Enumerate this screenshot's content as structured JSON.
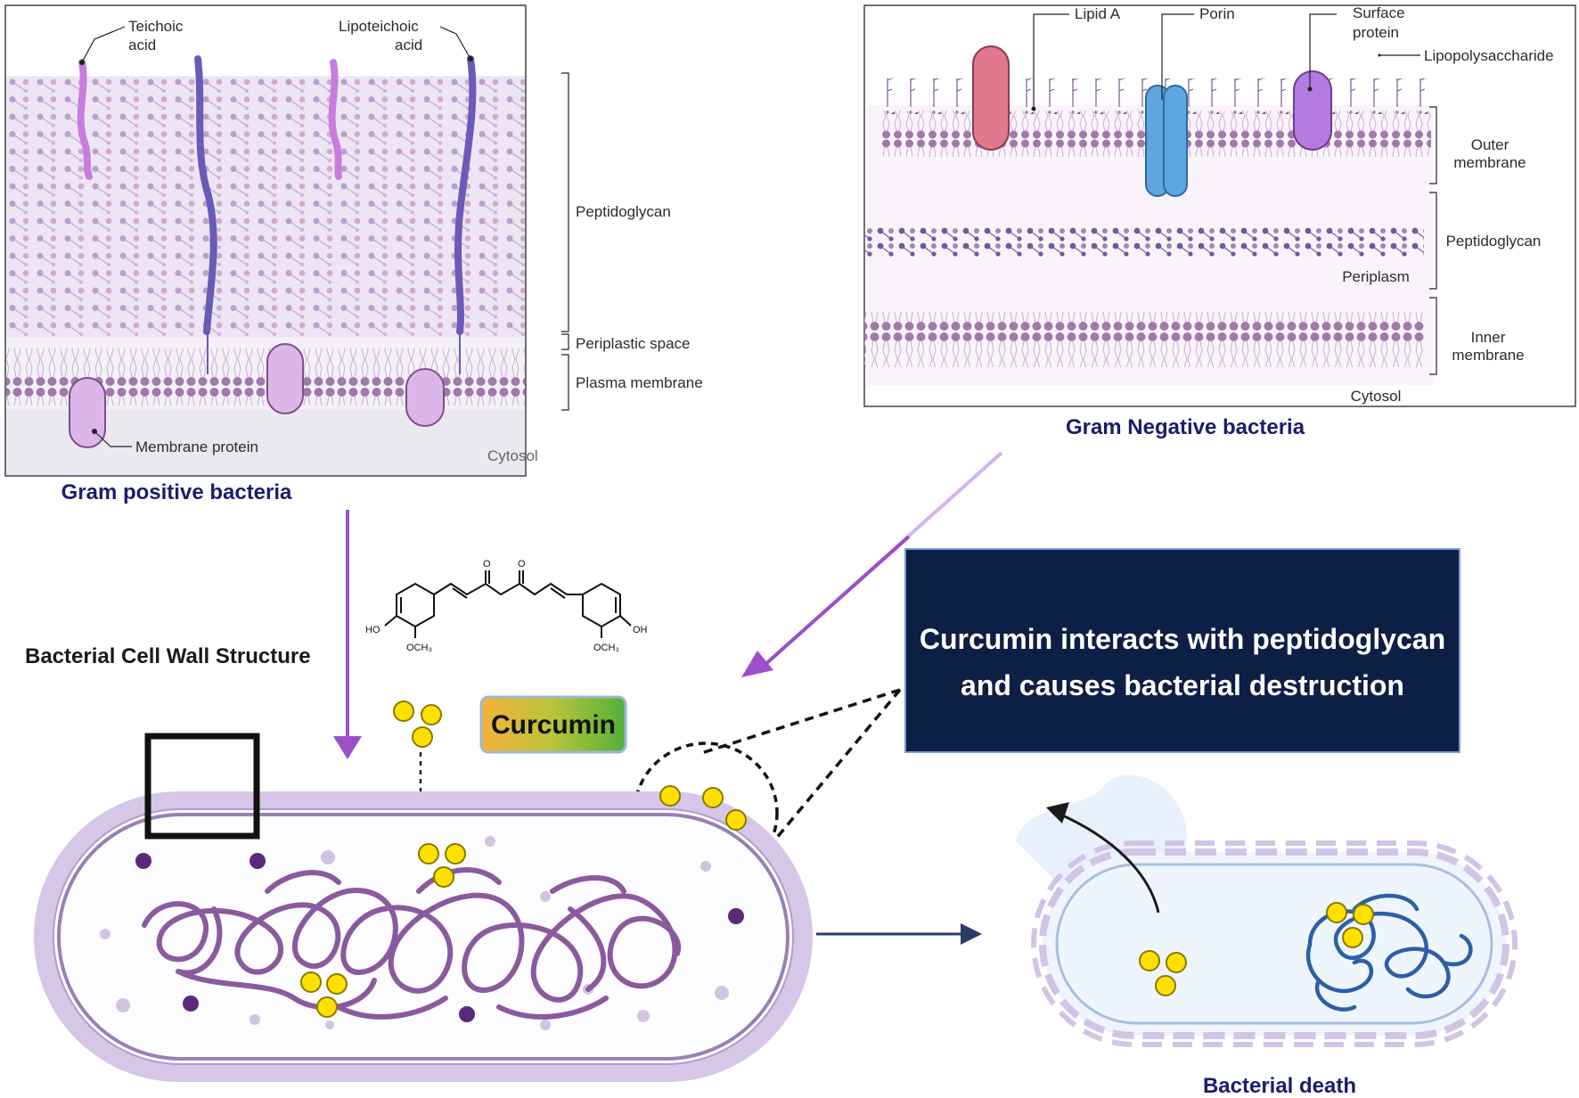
{
  "gram_positive": {
    "title": "Gram positive bacteria",
    "labels": {
      "teichoic_1": "Teichoic",
      "teichoic_2": "acid",
      "lipoteichoic_1": "Lipoteichoic",
      "lipoteichoic_2": "acid",
      "peptidoglycan": "Peptidoglycan",
      "periplastic": "Periplastic space",
      "plasma_membrane": "Plasma membrane",
      "membrane_protein": "Membrane protein",
      "cytosol": "Cytosol"
    }
  },
  "gram_negative": {
    "title": "Gram Negative bacteria",
    "labels": {
      "lipid_a": "Lipid A",
      "porin": "Porin",
      "surface_1": "Surface",
      "surface_2": "protein",
      "lps": "Lipopolysaccharide",
      "outer_1": "Outer",
      "outer_2": "membrane",
      "peptidoglycan": "Peptidoglycan",
      "periplasm": "Periplasm",
      "inner_1": "Inner",
      "inner_2": "membrane",
      "cytosol": "Cytosol"
    }
  },
  "center": {
    "cell_wall_label": "Bacterial Cell Wall Structure",
    "curcumin_badge": "Curcumin",
    "chem_ho": "HO",
    "chem_oh": "OH",
    "chem_och3_left": "OCH₃",
    "chem_och3_right": "OCH₃",
    "chem_o_left": "O",
    "chem_o_right": "O"
  },
  "mechanism": {
    "line1": "Curcumin interacts with peptidoglycan",
    "line2": "and causes bacterial destruction"
  },
  "outcome": {
    "label": "Bacterial death"
  },
  "colors": {
    "title_navy": "#1c1c6e",
    "mechanism_bg": "#0d1f45",
    "arrow_purple": "#9b4fc9",
    "membrane_lipid": "#a07aa8",
    "peptidoglycan_bead": "#b9a3d1",
    "teichoic": "#c87ce0",
    "lipoteichoic": "#6a5bb8",
    "lipid_a_protein": "#e0788e",
    "porin": "#5ea6e0",
    "surface_protein": "#b57be0",
    "curcumin_dot": "#ffe000",
    "dna_purple": "#8a5a9e",
    "dna_blue": "#2d5fa8",
    "cell_wall": "#c5b0dd"
  }
}
